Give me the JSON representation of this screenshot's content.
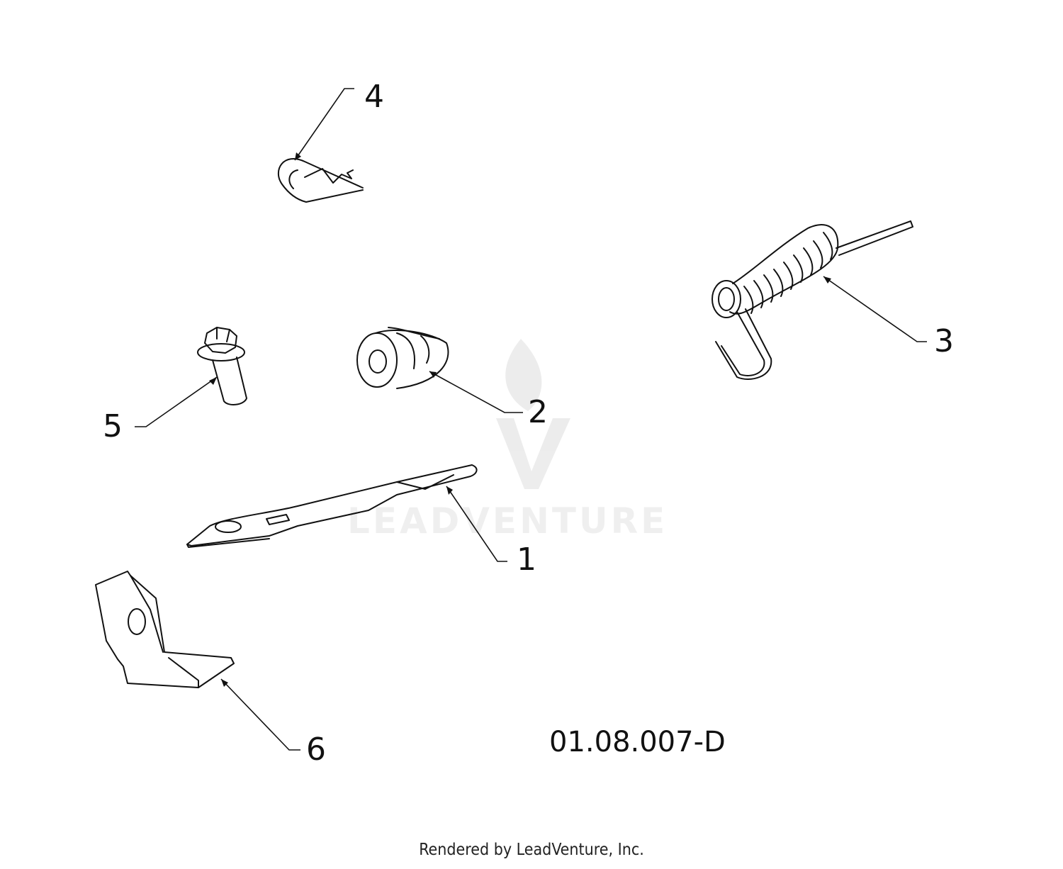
{
  "diagram": {
    "callouts": [
      {
        "id": "1",
        "label": "1"
      },
      {
        "id": "2",
        "label": "2"
      },
      {
        "id": "3",
        "label": "3"
      },
      {
        "id": "4",
        "label": "4"
      },
      {
        "id": "5",
        "label": "5"
      },
      {
        "id": "6",
        "label": "6"
      }
    ],
    "drawing_code": "01.08.007-D",
    "credit": "Rendered by LeadVenture, Inc.",
    "watermark": "LEADVENTURE"
  }
}
